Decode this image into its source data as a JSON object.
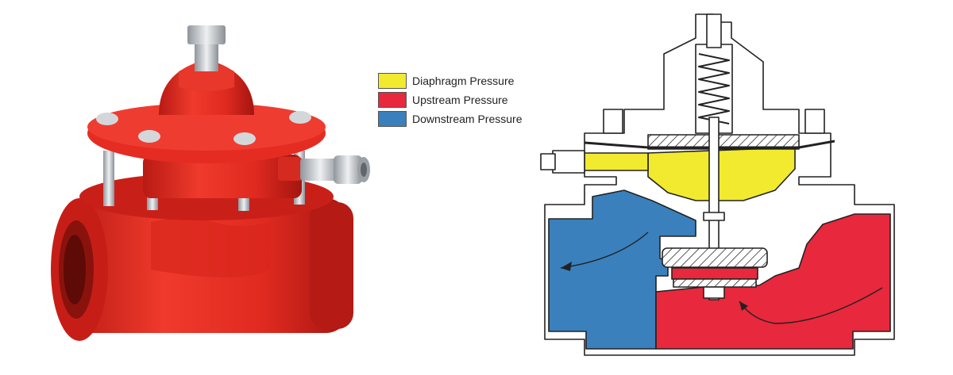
{
  "legend": {
    "items": [
      {
        "label": "Diaphragm Pressure",
        "color": "#f2ea2e"
      },
      {
        "label": "Upstream Pressure",
        "color": "#e8283c"
      },
      {
        "label": "Downstream Pressure",
        "color": "#3a80bc"
      }
    ]
  },
  "colors": {
    "valve_body": "#e32a22",
    "valve_shadow": "#b81a14",
    "steel": "#c9ccd0",
    "outline": "#222222",
    "diaphragm": "#f2ea2e",
    "upstream": "#e8283c",
    "downstream": "#3a80bc"
  },
  "icons": [
    "valve-photo",
    "cutaway-diagram",
    "flow-arrow-icon"
  ]
}
